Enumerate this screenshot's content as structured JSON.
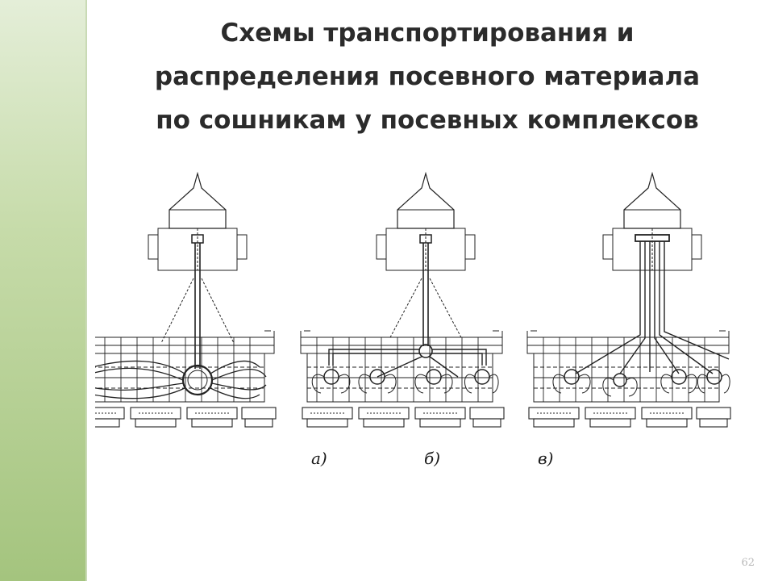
{
  "slide": {
    "title_lines": [
      "Схемы транспортирования и",
      "распределения посевного материала",
      "по сошникам у посевных комплексов"
    ],
    "captions": [
      "а)",
      "б)",
      "в)"
    ],
    "page_number": "62"
  },
  "colors": {
    "sidebar_top": "#e4eed8",
    "sidebar_bottom": "#a4c47e",
    "title": "#2b2b2b",
    "drawing": "#222222"
  }
}
